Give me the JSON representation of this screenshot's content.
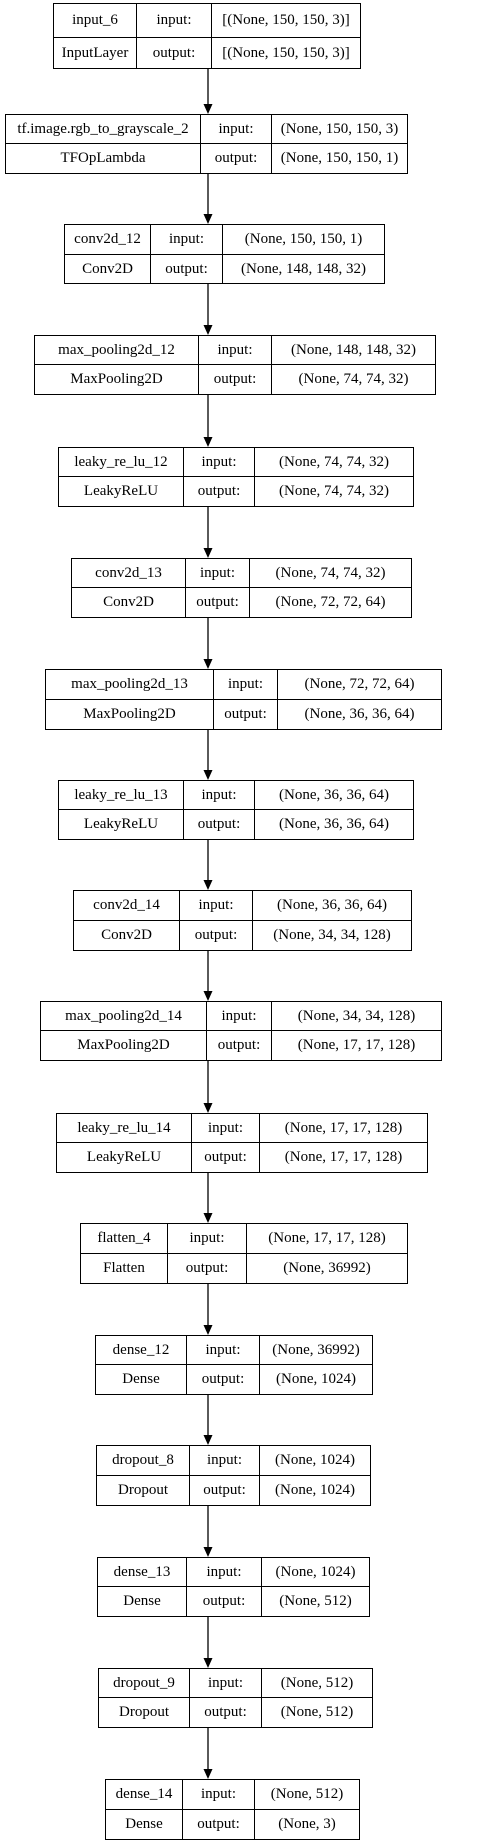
{
  "model_plot": {
    "row_labels": {
      "input": "input:",
      "output": "output:"
    },
    "layers": [
      {
        "name": "input_6",
        "type": "InputLayer",
        "input_shape": "[(None, 150, 150, 3)]",
        "output_shape": "[(None, 150, 150, 3)]"
      },
      {
        "name": "tf.image.rgb_to_grayscale_2",
        "type": "TFOpLambda",
        "input_shape": "(None, 150, 150, 3)",
        "output_shape": "(None, 150, 150, 1)"
      },
      {
        "name": "conv2d_12",
        "type": "Conv2D",
        "input_shape": "(None, 150, 150, 1)",
        "output_shape": "(None, 148, 148, 32)"
      },
      {
        "name": "max_pooling2d_12",
        "type": "MaxPooling2D",
        "input_shape": "(None, 148, 148, 32)",
        "output_shape": "(None, 74, 74, 32)"
      },
      {
        "name": "leaky_re_lu_12",
        "type": "LeakyReLU",
        "input_shape": "(None, 74, 74, 32)",
        "output_shape": "(None, 74, 74, 32)"
      },
      {
        "name": "conv2d_13",
        "type": "Conv2D",
        "input_shape": "(None, 74, 74, 32)",
        "output_shape": "(None, 72, 72, 64)"
      },
      {
        "name": "max_pooling2d_13",
        "type": "MaxPooling2D",
        "input_shape": "(None, 72, 72, 64)",
        "output_shape": "(None, 36, 36, 64)"
      },
      {
        "name": "leaky_re_lu_13",
        "type": "LeakyReLU",
        "input_shape": "(None, 36, 36, 64)",
        "output_shape": "(None, 36, 36, 64)"
      },
      {
        "name": "conv2d_14",
        "type": "Conv2D",
        "input_shape": "(None, 36, 36, 64)",
        "output_shape": "(None, 34, 34, 128)"
      },
      {
        "name": "max_pooling2d_14",
        "type": "MaxPooling2D",
        "input_shape": "(None, 34, 34, 128)",
        "output_shape": "(None, 17, 17, 128)"
      },
      {
        "name": "leaky_re_lu_14",
        "type": "LeakyReLU",
        "input_shape": "(None, 17, 17, 128)",
        "output_shape": "(None, 17, 17, 128)"
      },
      {
        "name": "flatten_4",
        "type": "Flatten",
        "input_shape": "(None, 17, 17, 128)",
        "output_shape": "(None, 36992)"
      },
      {
        "name": "dense_12",
        "type": "Dense",
        "input_shape": "(None, 36992)",
        "output_shape": "(None, 1024)"
      },
      {
        "name": "dropout_8",
        "type": "Dropout",
        "input_shape": "(None, 1024)",
        "output_shape": "(None, 1024)"
      },
      {
        "name": "dense_13",
        "type": "Dense",
        "input_shape": "(None, 1024)",
        "output_shape": "(None, 512)"
      },
      {
        "name": "dropout_9",
        "type": "Dropout",
        "input_shape": "(None, 512)",
        "output_shape": "(None, 512)"
      },
      {
        "name": "dense_14",
        "type": "Dense",
        "input_shape": "(None, 512)",
        "output_shape": "(None, 3)"
      }
    ]
  }
}
